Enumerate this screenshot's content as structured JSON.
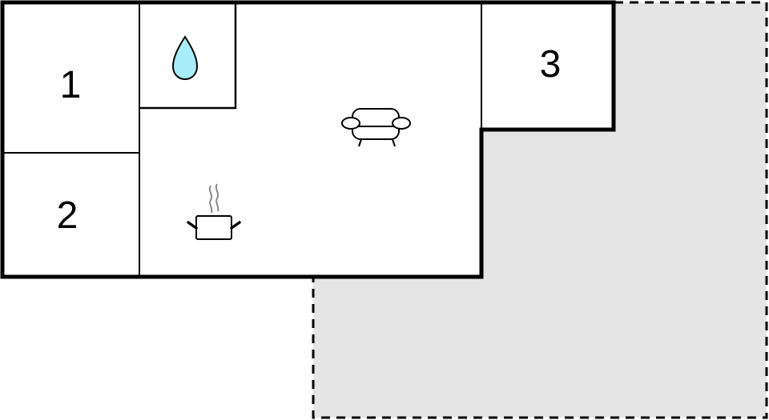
{
  "floorplan": {
    "rooms": [
      {
        "id": "room-1",
        "label": "1"
      },
      {
        "id": "room-2",
        "label": "2"
      },
      {
        "id": "room-3",
        "label": "3"
      }
    ],
    "icons": [
      {
        "name": "bathroom-water-drop-icon",
        "room": "bathroom"
      },
      {
        "name": "sofa-icon",
        "room": "living-room"
      },
      {
        "name": "cooking-pot-icon",
        "room": "kitchen"
      }
    ],
    "colors": {
      "wall": "#000000",
      "room_fill": "#ffffff",
      "terrace_fill": "#e5e5e5",
      "water_drop": "#a8edf7"
    }
  }
}
